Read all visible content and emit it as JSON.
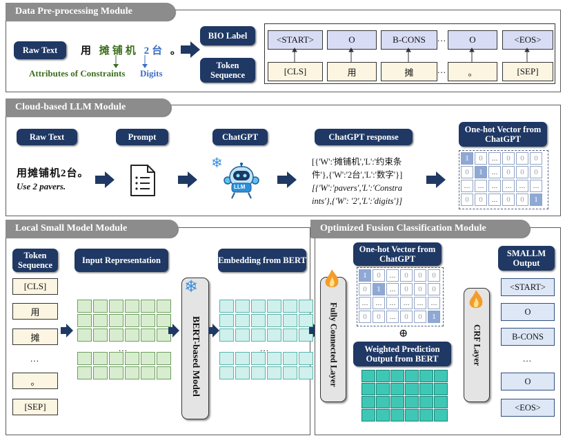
{
  "data_preprocessing": {
    "title": "Data Pre-processing Module",
    "raw_text_label": "Raw Text",
    "chars": [
      "用",
      "摊",
      "铺",
      "机",
      "2",
      "台",
      "。"
    ],
    "attr_label": "Attributes of Constraints",
    "digits_label": "Digits",
    "bio_label": "BIO Label",
    "token_sequence_label": "Token Sequence",
    "bio_tags": [
      "<START>",
      "O",
      "B-CONS",
      "O",
      "<EOS>"
    ],
    "tokens": [
      "[CLS]",
      "用",
      "摊",
      "。",
      "[SEP]"
    ],
    "ellipsis": "…"
  },
  "cloud_llm": {
    "title": "Cloud-based LLM Module",
    "raw_text_label": "Raw Text",
    "prompt_label": "Prompt",
    "chatgpt_label": "ChatGPT",
    "response_label": "ChatGPT response",
    "onehot_label": "One-hot Vector from ChatGPT",
    "input_text_cn": "用摊铺机2台。",
    "input_text_en": "Use 2 pavers.",
    "robot_label": "LLM",
    "response_lines": [
      "[{'W':'摊铺机','L':'约束条",
      "件'},{'W':'2台','L':'数字'}]",
      "[{'W':'pavers','L':'Constra",
      "ints'},{'W': '2','L':'digits'}]"
    ]
  },
  "local_small": {
    "title": "Local Small Model Module",
    "token_sequence_label": "Token Sequence",
    "input_repr_label": "Input Representation",
    "embedding_label": "Embedding from BERT",
    "bert_label": "BERT-based Model",
    "tokens": [
      "[CLS]",
      "用",
      "摊",
      "…",
      "。",
      "[SEP]"
    ]
  },
  "fusion": {
    "title": "Optimized Fusion Classification Module",
    "onehot_label": "One-hot Vector from ChatGPT",
    "weighted_label": "Weighted Prediction Output from BERT",
    "fc_label": "Fully Connected Layer",
    "crf_label": "CRF Layer",
    "output_label": "SMALLM Output",
    "outputs": [
      "<START>",
      "O",
      "B-CONS",
      "…",
      "O",
      "<EOS>"
    ],
    "plus": "⊕"
  },
  "onehot_matrix": [
    [
      "1",
      "0",
      "…",
      "0",
      "0",
      "0"
    ],
    [
      "0",
      "1",
      "…",
      "0",
      "0",
      "0"
    ],
    [
      "…",
      "…",
      "…",
      "…",
      "…",
      "…"
    ],
    [
      "0",
      "0",
      "…",
      "0",
      "0",
      "1"
    ]
  ],
  "colors": {
    "navy": "#1f3864",
    "tab_gray": "#8c8c8c",
    "green_text": "#3c6e1e",
    "blue_text": "#3b6fc2",
    "arrow": "#1f3864"
  }
}
